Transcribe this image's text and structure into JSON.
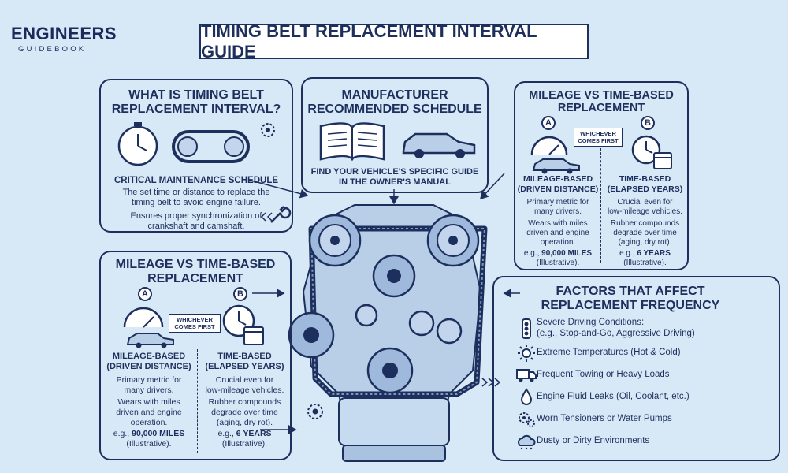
{
  "brand": {
    "name": "ENGINEERS",
    "sub": "GUIDEBOOK"
  },
  "title": "TIMING BELT REPLACEMENT INTERVAL GUIDE",
  "what_is": {
    "title_line1": "WHAT IS TIMING BELT",
    "title_line2": "REPLACEMENT INTERVAL?",
    "subtitle": "CRITICAL MAINTENANCE SCHEDULE",
    "desc_line1": "The set time or distance to replace the",
    "desc_line2": "timing belt to avoid engine failure.",
    "note_line1": "Ensures proper synchronization of",
    "note_line2": "crankshaft and camshaft."
  },
  "manufacturer": {
    "title_line1": "MANUFACTURER",
    "title_line2": "RECOMMENDED SCHEDULE",
    "desc_line1": "FIND YOUR VEHICLE'S SPECIFIC GUIDE",
    "desc_line2": "IN THE OWNER'S MANUAL"
  },
  "mileage_top": {
    "title_line1": "MILEAGE vs TIME-BASED",
    "title_line2": "REPLACEMENT",
    "badge_a": "A",
    "badge_b": "B",
    "whichever_line1": "WHICHEVER",
    "whichever_line2": "COMES FIRST",
    "a_title_line1": "MILEAGE-BASED",
    "a_title_line2": "(DRIVEN DISTANCE)",
    "a_desc_line1": "Primary metric for",
    "a_desc_line2": "many drivers.",
    "a_note_line1": "Wears with miles",
    "a_note_line2": "driven and engine",
    "a_note_line3": "operation.",
    "a_example_prefix": "e.g., ",
    "a_example_value": "90,000 MILES",
    "a_example_suffix": "(Illustrative).",
    "b_title_line1": "TIME-BASED",
    "b_title_line2": "(ELAPSED YEARS)",
    "b_desc_line1": "Crucial even for",
    "b_desc_line2": "low-mileage vehicles.",
    "b_note_line1": "Rubber compounds",
    "b_note_line2": "degrade over time",
    "b_note_line3": "(aging, dry rot).",
    "b_example_prefix": "e.g., ",
    "b_example_value": "6 YEARS",
    "b_example_suffix": "(Illustrative)."
  },
  "mileage_left": {
    "title_line1": "MILEAGE vs TIME-BASED",
    "title_line2": "REPLACEMENT",
    "badge_a": "A",
    "badge_b": "B",
    "whichever_line1": "WHICHEVER",
    "whichever_line2": "COMES FIRST",
    "a_title_line1": "MILEAGE-BASED",
    "a_title_line2": "(DRIVEN DISTANCE)",
    "a_desc_line1": "Primary metric for",
    "a_desc_line2": "many drivers.",
    "a_note_line1": "Wears with miles",
    "a_note_line2": "driven and engine",
    "a_note_line3": "operation.",
    "a_example_prefix": "e.g., ",
    "a_example_value": "90,000 MILES",
    "a_example_suffix": "(Illustrative).",
    "b_title_line1": "TIME-BASED",
    "b_title_line2": "(ELAPSED YEARS)",
    "b_desc_line1": "Crucial even for",
    "b_desc_line2": "low-mileage vehicles.",
    "b_note_line1": "Rubber compounds",
    "b_note_line2": "degrade over time",
    "b_note_line3": "(aging, dry rot).",
    "b_example_prefix": "e.g., ",
    "b_example_value": "6 YEARS",
    "b_example_suffix": "(Illustrative)."
  },
  "factors": {
    "title_line1": "FACTORS THAT AFFECT",
    "title_line2": "REPLACEMENT FREQUENCY",
    "items": [
      {
        "label_line1": "Severe Driving Conditions:",
        "label_line2": "(e.g., Stop-and-Go, Aggressive Driving)",
        "icon": "traffic-light-icon"
      },
      {
        "label_line1": "Extreme Temperatures (Hot & Cold)",
        "label_line2": "",
        "icon": "sun-icon"
      },
      {
        "label_line1": "Frequent Towing or Heavy Loads",
        "label_line2": "",
        "icon": "truck-icon"
      },
      {
        "label_line1": "Engine Fluid Leaks (Oil, Coolant, etc.)",
        "label_line2": "",
        "icon": "droplet-icon"
      },
      {
        "label_line1": "Worn Tensioners or Water Pumps",
        "label_line2": "",
        "icon": "gears-icon"
      },
      {
        "label_line1": "Dusty or Dirty Environments",
        "label_line2": "",
        "icon": "dust-cloud-icon"
      }
    ]
  },
  "colors": {
    "background": "#d7e9f7",
    "navy": "#1d2f5c",
    "engine_blue": "#b9cfe8"
  }
}
